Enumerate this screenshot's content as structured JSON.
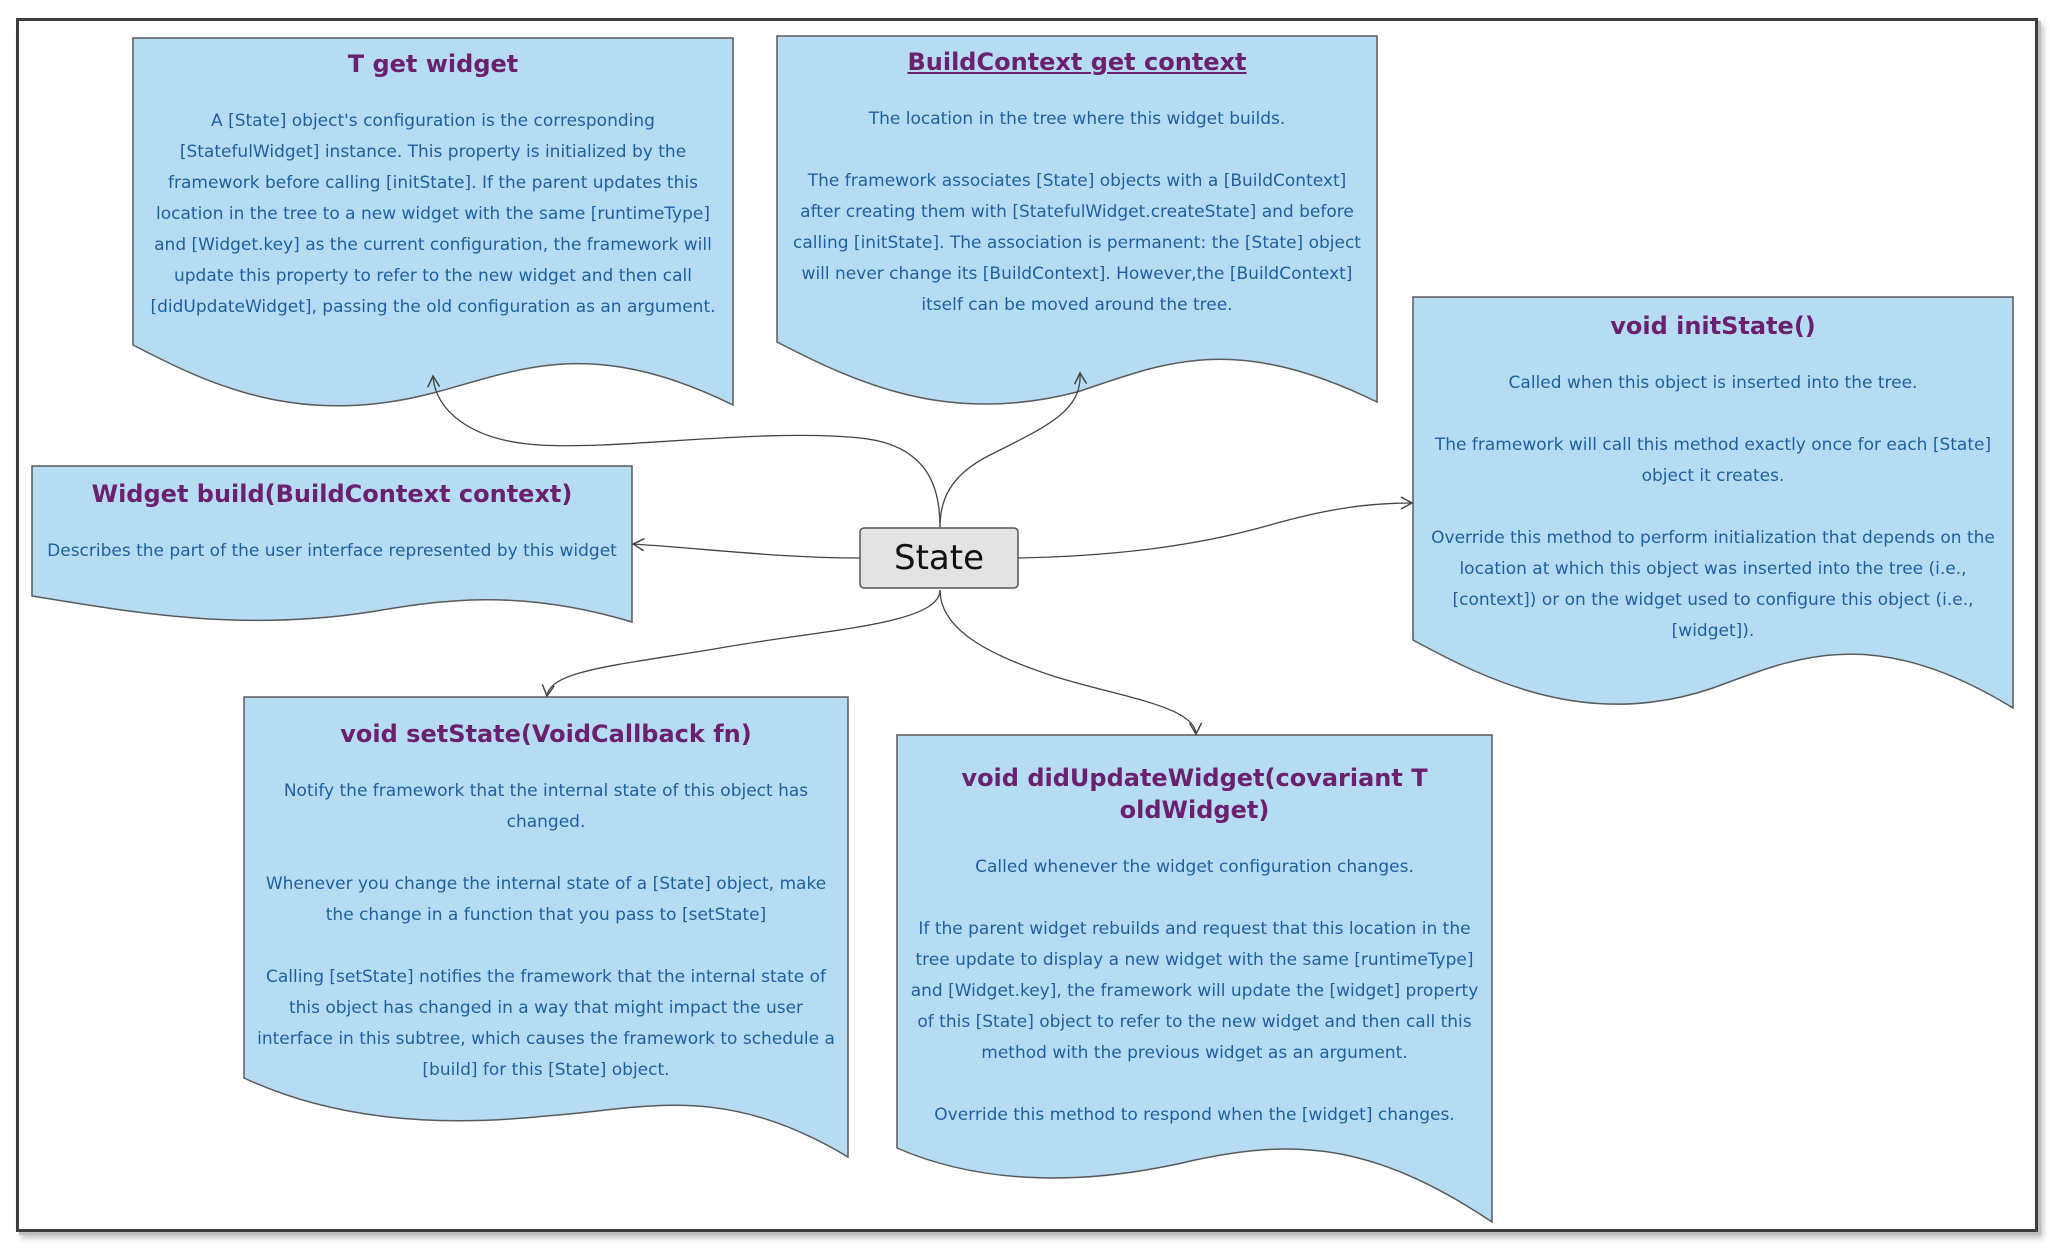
{
  "center": {
    "label": "State"
  },
  "notes": {
    "get_widget": {
      "title": "T get widget",
      "paragraphs": [
        "A [State] object's configuration is the corresponding [StatefulWidget] instance. This property is initialized by the framework before calling [initState]. If the parent updates this location in the tree to a new widget with the same [runtimeType] and [Widget.key] as the current configuration, the framework will update this property to refer to the new widget and then call [didUpdateWidget], passing the old configuration as an argument."
      ]
    },
    "get_context": {
      "title": "BuildContext get context",
      "paragraphs": [
        "The location in the tree where this widget builds.",
        "The framework associates [State] objects with a [BuildContext] after creating them with [StatefulWidget.createState] and before calling [initState]. The association is permanent: the [State] object will never change its [BuildContext]. However,the [BuildContext] itself can be moved around the tree."
      ]
    },
    "init_state": {
      "title": "void initState()",
      "paragraphs": [
        "Called when this object is inserted into the tree.",
        "The framework will call this method exactly once for each [State] object it creates.",
        "Override this method to perform initialization that depends on the location at which this object was inserted into the tree (i.e., [context]) or on the widget used to configure this object (i.e., [widget])."
      ]
    },
    "build": {
      "title": "Widget build(BuildContext context)",
      "paragraphs": [
        "Describes the part of the user interface represented by this widget"
      ]
    },
    "set_state": {
      "title": "void setState(VoidCallback fn)",
      "paragraphs": [
        "Notify the framework that the internal state of this object has changed.",
        "Whenever you change the internal state of a [State] object, make the change in a function that you pass to [setState]",
        "Calling [setState] notifies the framework that the internal state of this object has changed in a way that might impact the user interface in this subtree, which causes the framework to schedule a [build] for this [State] object."
      ]
    },
    "did_update_widget": {
      "title": "void didUpdateWidget(covariant T oldWidget)",
      "paragraphs": [
        "Called whenever the widget configuration changes.",
        "If the parent widget rebuilds and request that this location in the tree update to display a new widget with the same [runtimeType] and [Widget.key], the framework will update the [widget] property of this [State] object to refer to the new widget and then call this method with the previous widget as an argument.",
        "Override this method to respond when the [widget] changes."
      ]
    }
  },
  "colors": {
    "note_fill": "#b6dcf4",
    "note_stroke": "#5a5a5a",
    "title": "#6b1f6f",
    "body_text": "#1f5f9e",
    "center_fill": "#e3e3e3",
    "connector": "#444444"
  }
}
